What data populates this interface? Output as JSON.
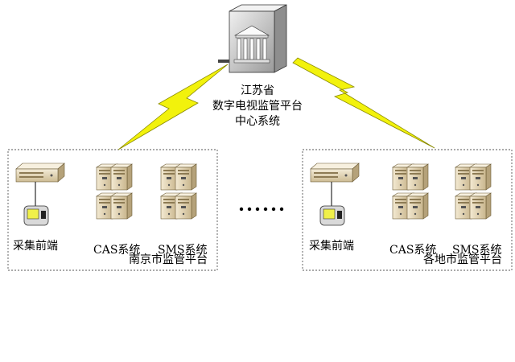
{
  "center": {
    "line1": "江苏省",
    "line2": "数字电视监管平台",
    "line3": "中心系统"
  },
  "left_site": {
    "front_end_label": "采集前端",
    "cas_label": "CAS系统",
    "sms_label": "SMS系统",
    "site_label": "南京市监管平台"
  },
  "right_site": {
    "front_end_label": "采集前端",
    "cas_label": "CAS系统",
    "sms_label": "SMS系统",
    "site_label": "各地市监管平台"
  },
  "colors": {
    "lightning": "#f2f20c",
    "lightning_outline": "#8a8a00",
    "box_border": "#555555",
    "server_body": "#e9dcc0",
    "server_dark": "#b9a87f"
  }
}
